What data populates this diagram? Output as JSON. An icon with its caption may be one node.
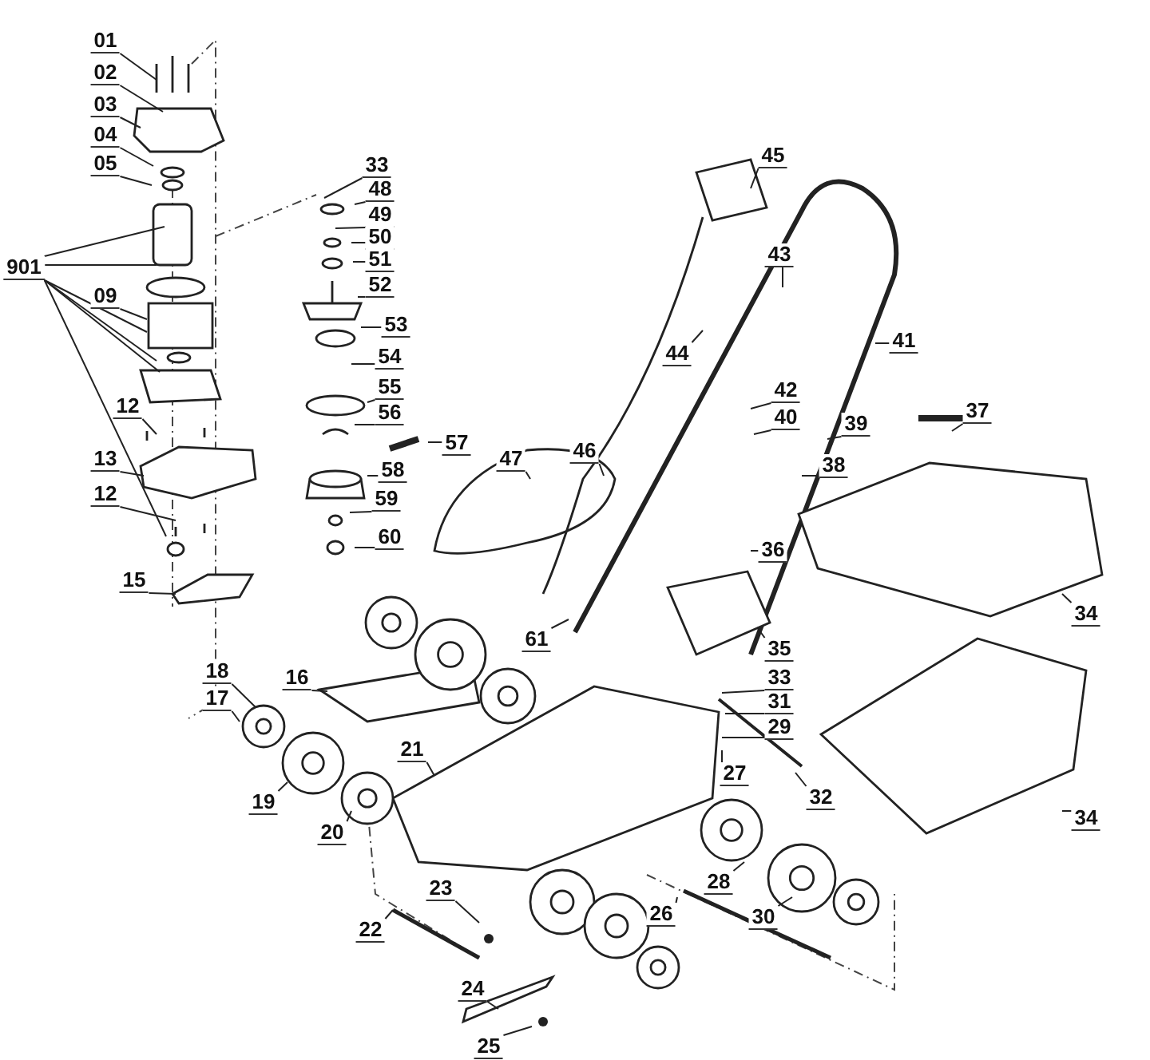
{
  "diagram": {
    "nodes": [
      {
        "text": [
          "01"
        ]
      },
      {
        "text": [
          "02"
        ]
      },
      {
        "text": [
          "03"
        ]
      },
      {
        "text": [
          "04"
        ]
      },
      {
        "text": [
          "05"
        ]
      },
      {
        "text": [
          "901"
        ]
      },
      {
        "text": [
          "09"
        ]
      },
      {
        "text": [
          "12"
        ]
      },
      {
        "text": [
          "13"
        ]
      },
      {
        "text": [
          "12"
        ]
      },
      {
        "text": [
          "15"
        ]
      },
      {
        "text": [
          "33"
        ]
      },
      {
        "text": [
          "48"
        ]
      },
      {
        "text": [
          "49"
        ]
      },
      {
        "text": [
          "50"
        ]
      },
      {
        "text": [
          "51"
        ]
      },
      {
        "text": [
          "52"
        ]
      },
      {
        "text": [
          "53"
        ]
      },
      {
        "text": [
          "54"
        ]
      },
      {
        "text": [
          "55"
        ]
      },
      {
        "text": [
          "56"
        ]
      },
      {
        "text": [
          "57"
        ]
      },
      {
        "text": [
          "58"
        ]
      },
      {
        "text": [
          "59"
        ]
      },
      {
        "text": [
          "60"
        ]
      },
      {
        "text": [
          "45"
        ]
      },
      {
        "text": [
          "43"
        ]
      },
      {
        "text": [
          "41"
        ]
      },
      {
        "text": [
          "44"
        ]
      },
      {
        "text": [
          "42"
        ]
      },
      {
        "text": [
          "40"
        ]
      },
      {
        "text": [
          "39"
        ]
      },
      {
        "text": [
          "37"
        ]
      },
      {
        "text": [
          "38"
        ]
      },
      {
        "text": [
          "47"
        ]
      },
      {
        "text": [
          "46"
        ]
      },
      {
        "text": [
          "36"
        ]
      },
      {
        "text": [
          "34"
        ]
      },
      {
        "text": [
          "35"
        ]
      },
      {
        "text": [
          "61"
        ]
      },
      {
        "text": [
          "16"
        ]
      },
      {
        "text": [
          "33"
        ]
      },
      {
        "text": [
          "31"
        ]
      },
      {
        "text": [
          "18"
        ]
      },
      {
        "text": [
          "17"
        ]
      },
      {
        "text": [
          "29"
        ]
      },
      {
        "text": [
          "21"
        ]
      },
      {
        "text": [
          "27"
        ]
      },
      {
        "text": [
          "32"
        ]
      },
      {
        "text": [
          "19"
        ]
      },
      {
        "text": [
          "20"
        ]
      },
      {
        "text": [
          "34"
        ]
      },
      {
        "text": [
          "28"
        ]
      },
      {
        "text": [
          "23"
        ]
      },
      {
        "text": [
          "26"
        ]
      },
      {
        "text": [
          "30"
        ]
      },
      {
        "text": [
          "22"
        ]
      },
      {
        "text": [
          "24"
        ]
      },
      {
        "text": [
          "25"
        ]
      }
    ],
    "edges": [
      {
        "from": 0,
        "to": null,
        "arrow": "none"
      },
      {
        "from": 1,
        "to": null,
        "arrow": "none"
      },
      {
        "from": 2,
        "to": null,
        "arrow": "none"
      },
      {
        "from": 3,
        "to": null,
        "arrow": "none"
      },
      {
        "from": 4,
        "to": null,
        "arrow": "none"
      },
      {
        "from": 5,
        "to": null,
        "arrow": "none"
      },
      {
        "from": 5,
        "to": null,
        "arrow": "none"
      },
      {
        "from": 5,
        "to": null,
        "arrow": "none"
      },
      {
        "from": 5,
        "to": null,
        "arrow": "none"
      },
      {
        "from": 5,
        "to": null,
        "arrow": "none"
      },
      {
        "from": 5,
        "to": null,
        "arrow": "none"
      },
      {
        "from": 6,
        "to": null,
        "arrow": "none"
      },
      {
        "from": 7,
        "to": null,
        "arrow": "none"
      },
      {
        "from": 8,
        "to": null,
        "arrow": "none"
      },
      {
        "from": 9,
        "to": null,
        "arrow": "none"
      },
      {
        "from": 10,
        "to": null,
        "arrow": "none"
      },
      {
        "from": 11,
        "to": null,
        "arrow": "none"
      },
      {
        "from": 12,
        "to": null,
        "arrow": "none"
      },
      {
        "from": 13,
        "to": null,
        "arrow": "none"
      },
      {
        "from": 14,
        "to": null,
        "arrow": "none"
      },
      {
        "from": 15,
        "to": null,
        "arrow": "none"
      },
      {
        "from": 16,
        "to": null,
        "arrow": "none"
      },
      {
        "from": 17,
        "to": null,
        "arrow": "none"
      },
      {
        "from": 18,
        "to": null,
        "arrow": "none"
      },
      {
        "from": 19,
        "to": null,
        "arrow": "none"
      },
      {
        "from": 20,
        "to": null,
        "arrow": "none"
      },
      {
        "from": 21,
        "to": null,
        "arrow": "none"
      },
      {
        "from": 22,
        "to": null,
        "arrow": "none"
      },
      {
        "from": 23,
        "to": null,
        "arrow": "none"
      },
      {
        "from": 24,
        "to": null,
        "arrow": "none"
      },
      {
        "from": 25,
        "to": null,
        "arrow": "none"
      },
      {
        "from": 26,
        "to": null,
        "arrow": "none"
      },
      {
        "from": 27,
        "to": null,
        "arrow": "none"
      },
      {
        "from": 28,
        "to": null,
        "arrow": "none"
      },
      {
        "from": 29,
        "to": null,
        "arrow": "none"
      },
      {
        "from": 30,
        "to": null,
        "arrow": "none"
      },
      {
        "from": 31,
        "to": null,
        "arrow": "none"
      },
      {
        "from": 32,
        "to": null,
        "arrow": "none"
      },
      {
        "from": 33,
        "to": null,
        "arrow": "none"
      },
      {
        "from": 34,
        "to": null,
        "arrow": "none"
      },
      {
        "from": 35,
        "to": null,
        "arrow": "none"
      },
      {
        "from": 36,
        "to": null,
        "arrow": "none"
      },
      {
        "from": 37,
        "to": null,
        "arrow": "none"
      },
      {
        "from": 38,
        "to": null,
        "arrow": "none"
      },
      {
        "from": 39,
        "to": null,
        "arrow": "none"
      },
      {
        "from": 40,
        "to": null,
        "arrow": "none"
      },
      {
        "from": 41,
        "to": null,
        "arrow": "none"
      },
      {
        "from": 42,
        "to": null,
        "arrow": "none"
      },
      {
        "from": 43,
        "to": null,
        "arrow": "none"
      },
      {
        "from": 44,
        "to": null,
        "arrow": "none"
      },
      {
        "from": 45,
        "to": null,
        "arrow": "none"
      },
      {
        "from": 46,
        "to": null,
        "arrow": "none"
      },
      {
        "from": 47,
        "to": null,
        "arrow": "none"
      },
      {
        "from": 48,
        "to": null,
        "arrow": "none"
      },
      {
        "from": 49,
        "to": null,
        "arrow": "none"
      },
      {
        "from": 50,
        "to": null,
        "arrow": "none"
      },
      {
        "from": 51,
        "to": null,
        "arrow": "none"
      },
      {
        "from": 52,
        "to": null,
        "arrow": "none"
      },
      {
        "from": 53,
        "to": null,
        "arrow": "none"
      },
      {
        "from": 54,
        "to": null,
        "arrow": "none"
      },
      {
        "from": 55,
        "to": null,
        "arrow": "none"
      },
      {
        "from": 56,
        "to": null,
        "arrow": "none"
      },
      {
        "from": 57,
        "to": null,
        "arrow": "none"
      },
      {
        "from": 58,
        "to": null,
        "arrow": "none"
      }
    ]
  }
}
